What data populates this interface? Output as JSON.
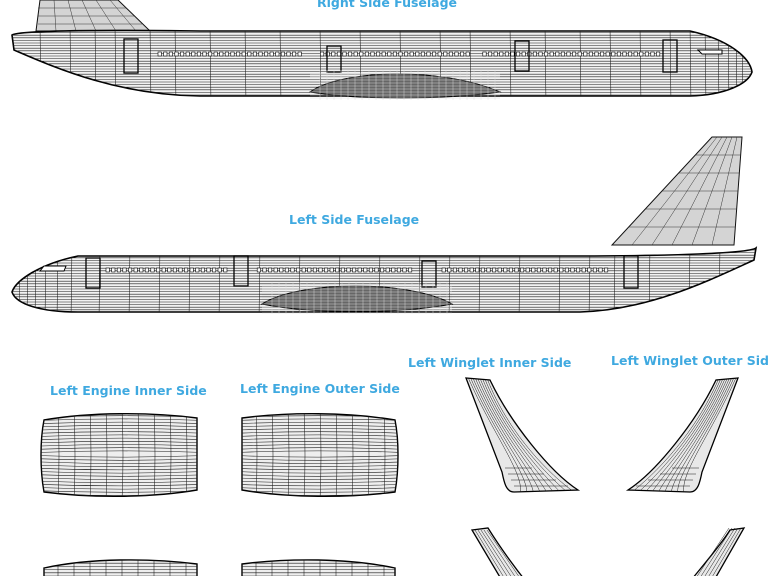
{
  "labels": {
    "right_side_fuselage": "Right Side Fuselage",
    "left_side_fuselage": "Left Side Fuselage",
    "left_engine_inner_side": "Left Engine Inner Side",
    "left_engine_outer_side": "Left Engine Outer Side",
    "left_winglet_inner_side": "Left Winglet Inner Side",
    "left_winglet_outer_side": "Left Winglet Outer Side"
  },
  "colors": {
    "label_color": "#3fa9e0",
    "wire_color": "#111111",
    "skin_color": "#f2f2f2",
    "tail_fill": "#d4d4d4"
  }
}
